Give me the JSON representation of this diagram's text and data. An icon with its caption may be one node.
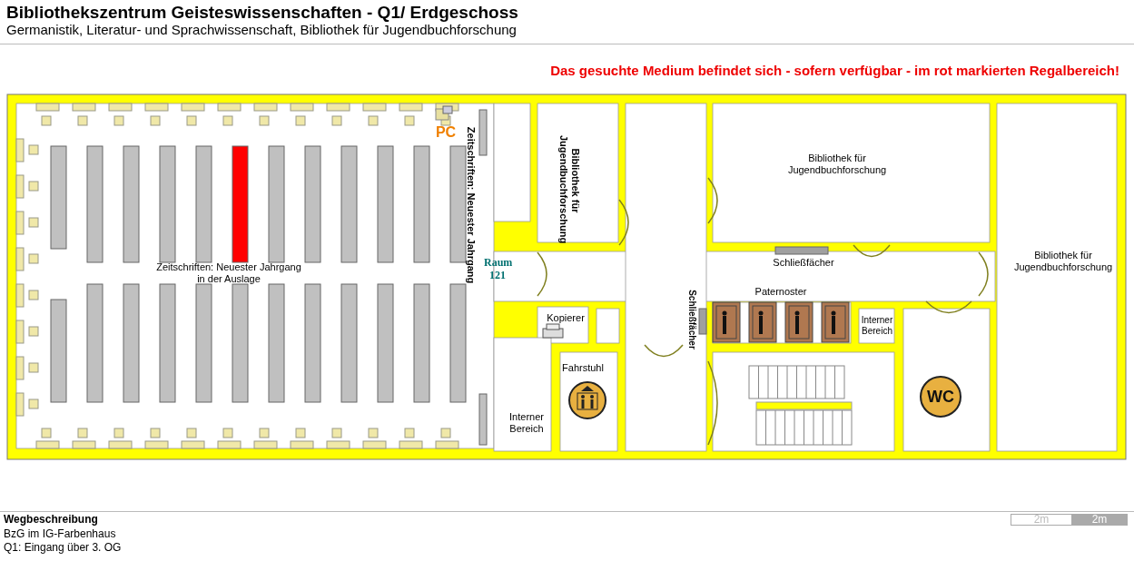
{
  "diagram": {
    "title": "Bibliothekszentrum Geisteswissenschaften - Q1/ Erdgeschoss",
    "labels": [
      "Germanistik, Literatur- und Sprachwissenschaft, Bibliothek für Jugendbuchforschung",
      "Das gesuchte Medium befindet sich - sofern verfügbar -  im rot markierten Regalbereich!",
      "PC",
      "Zeitschriften: Neuester Jahrgang",
      "Bibliothek für Jugendbuchforschung",
      "Bibliothek für Jugendbuchforschung",
      "Zeitschriften: Neuester Jahrgang in der Auslage",
      "Raum 121",
      "Schließfächer",
      "Bibliothek für Jugendbuchforschung",
      "Paternoster",
      "Schließfächer",
      "Kopierer",
      "Interner Bereich",
      "Fahrstuhl",
      "Interner Bereich",
      "WC",
      "Wegbeschreibung",
      "BzG im IG-Farbenhaus",
      "Q1: Eingang über 3. OG",
      "2m",
      "2m"
    ]
  }
}
